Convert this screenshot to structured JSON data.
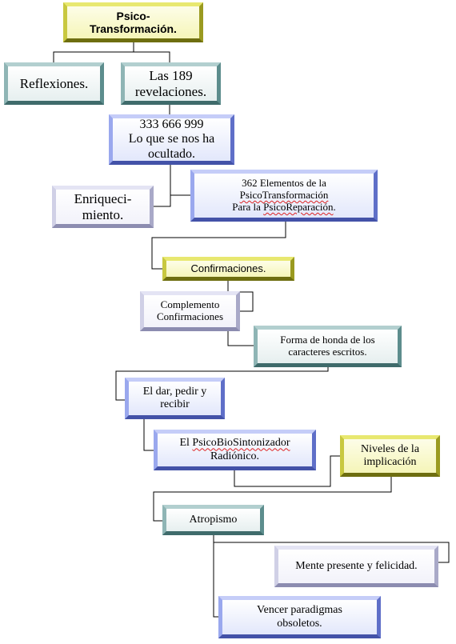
{
  "nodes": {
    "psico_transformacion": "Psico-\nTransformación.",
    "reflexiones": "Reflexiones.",
    "revelaciones": "Las 189\nrevelaciones.",
    "ocultado": "333 666 999\nLo que se nos ha\nocultado.",
    "enriquecimiento": "Enriqueci-\nmiento.",
    "elementos": {
      "line1": "362 Elementos de la",
      "line2": "PsicoTransformación",
      "line3_a": "Para la ",
      "line3_b": "PsicoReparación",
      "line3_c": "."
    },
    "confirmaciones": "Confirmaciones.",
    "complemento": "Complemento\nConfirmaciones",
    "forma_honda": "Forma de honda de los\ncaracteres escritos.",
    "dar_pedir": "El dar, pedir y\nrecibir",
    "sintonizador": {
      "a": "El ",
      "b": "PsicoBioSintonizador",
      "c": "Radiónico."
    },
    "niveles": "Niveles de la\nimplicación",
    "atropismo": "Atropismo",
    "mente_presente": "Mente presente y felicidad.",
    "vencer": "Vencer paradigmas\nobsoletos."
  },
  "colors": {
    "yellow": "#f5f5b8",
    "teal": "#e6efef",
    "blue": "#e2e7fb",
    "lavender": "#f2f2fa",
    "connector": "#000000"
  }
}
